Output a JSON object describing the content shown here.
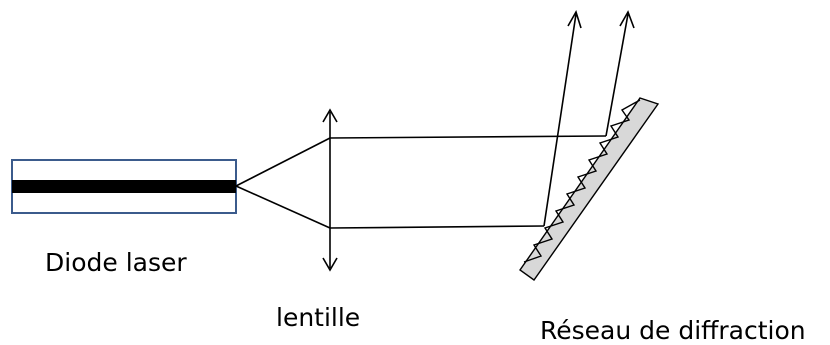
{
  "labels": {
    "laser_diode": "Diode laser",
    "lens": "lentille",
    "grating": "Réseau de diffraction"
  },
  "colors": {
    "diode_border": "#3b5b8c",
    "line": "#000000",
    "grating_fill": "#d8d8d8"
  }
}
